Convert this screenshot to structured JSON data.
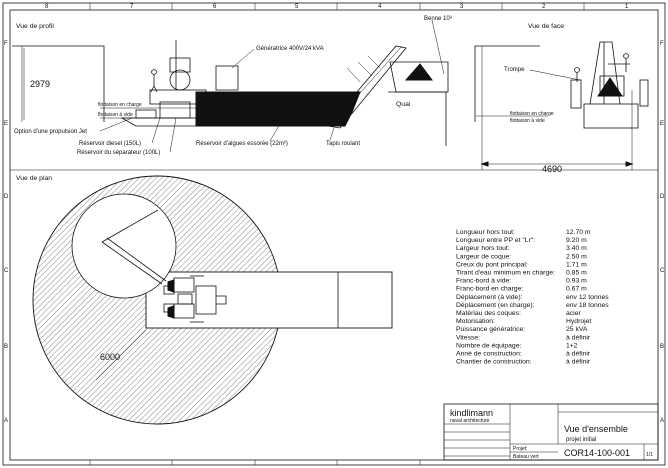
{
  "sheet": {
    "col_markers": [
      "1",
      "2",
      "3",
      "4",
      "5",
      "6",
      "7",
      "8"
    ],
    "row_markers": [
      "F",
      "E",
      "D",
      "C",
      "B",
      "A"
    ]
  },
  "views": {
    "profile": "Vue de profil",
    "face": "Vue de face",
    "plan": "Vue de plan"
  },
  "dimensions": {
    "height": "2979",
    "width": "4690",
    "radius": "6000"
  },
  "labels": {
    "benne": "Benne 10³",
    "generator": "Génératrice 400V/24 kVA",
    "quai": "Quai",
    "trompe": "Trompe",
    "propulsion": "Option d'une propulsion Jet",
    "diesel": "Réservoir diesel (150L)",
    "separator": "Réservoir du séparateur (100L)",
    "algae": "Réservoir d'algues essorée (22m²)",
    "conveyor": "Tapis roulant",
    "waterline_charge": "flottaison en charge",
    "waterline_vide": "flottaison à vide"
  },
  "specs": [
    {
      "label": "Longueur hors tout:",
      "value": "12.70 m"
    },
    {
      "label": "Longueur entre PP et \"Lr\":",
      "value": "9.20 m"
    },
    {
      "label": "Largeur hors tout:",
      "value": "3.40 m"
    },
    {
      "label": "Largeur de coque:",
      "value": "2.50 m"
    },
    {
      "label": "Creux du pont principal:",
      "value": "1.71 m"
    },
    {
      "label": "Tirant d'eau minimum en charge:",
      "value": "0.85 m"
    },
    {
      "label": "Franc-bord à vide:",
      "value": "0.93 m"
    },
    {
      "label": "Franc-bord en charge:",
      "value": "0.67 m"
    },
    {
      "label": "Déplacement (à vide):",
      "value": "env 12 tonnes"
    },
    {
      "label": "Déplacement (en charge):",
      "value": "env 18 tonnes"
    },
    {
      "label": "Matériau des coques:",
      "value": "acier"
    },
    {
      "label": "Motorisation:",
      "value": "Hydrojet"
    },
    {
      "label": "Puissance génératrice:",
      "value": "25 kVA"
    },
    {
      "label": "Vitesse:",
      "value": "à définir"
    },
    {
      "label": "Nombre de équipage:",
      "value": "1+2"
    },
    {
      "label": "Anné de construction:",
      "value": "à définir"
    },
    {
      "label": "Chantier de construction:",
      "value": "à définir"
    }
  ],
  "title_block": {
    "company": "kindlimann",
    "company_sub": "naval architecture",
    "title": "Vue d'ensemble",
    "subtitle": "projet initial",
    "project_label": "Projet:",
    "project_name": "Bateau vert",
    "drawing_number": "COR14-100-001",
    "sheet": "1/1"
  }
}
